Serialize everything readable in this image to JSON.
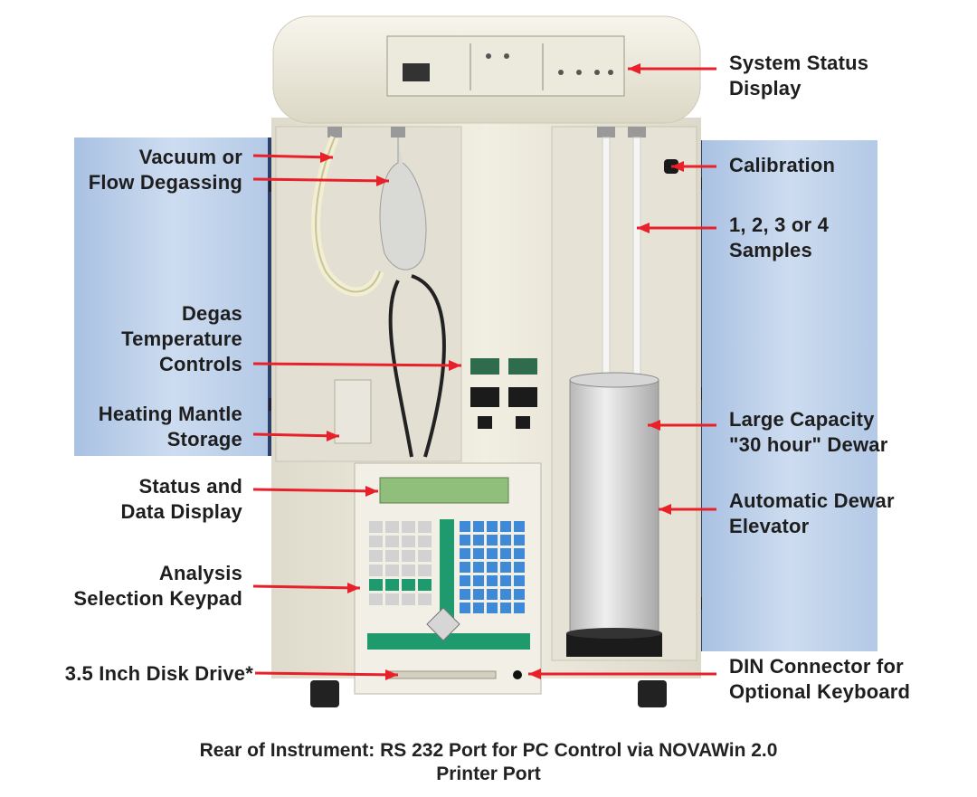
{
  "labels_left": [
    {
      "id": "vacuum-degassing",
      "text": "Vacuum or\nFlow Degassing"
    },
    {
      "id": "degas-temp",
      "text": "Degas\nTemperature\nControls"
    },
    {
      "id": "heating-mantle",
      "text": "Heating Mantle\nStorage"
    },
    {
      "id": "status-data",
      "text": "Status and\nData Display"
    },
    {
      "id": "analysis-keypad",
      "text": "Analysis\nSelection Keypad"
    },
    {
      "id": "disk-drive",
      "text": "3.5 Inch Disk Drive*"
    }
  ],
  "labels_right": [
    {
      "id": "system-status",
      "text": "System Status\nDisplay"
    },
    {
      "id": "calibration",
      "text": "Calibration"
    },
    {
      "id": "samples",
      "text": "1, 2, 3 or 4\nSamples"
    },
    {
      "id": "dewar",
      "text": "Large Capacity\n\"30 hour\" Dewar"
    },
    {
      "id": "elevator",
      "text": "Automatic Dewar\nElevator"
    },
    {
      "id": "din-connector",
      "text": "DIN Connector for\nOptional Keyboard"
    }
  ],
  "caption": {
    "line1": "Rear of Instrument: RS 232 Port for PC Control via NOVAWin 2.0",
    "line2": "Printer Port"
  },
  "colors": {
    "arrow": "#e8202a",
    "body": "#ece9dc",
    "door": "#b9cde6",
    "keypad_blue": "#3f8ad6",
    "keypad_green": "#1f9a6e",
    "lcd": "#8fbf7a"
  }
}
